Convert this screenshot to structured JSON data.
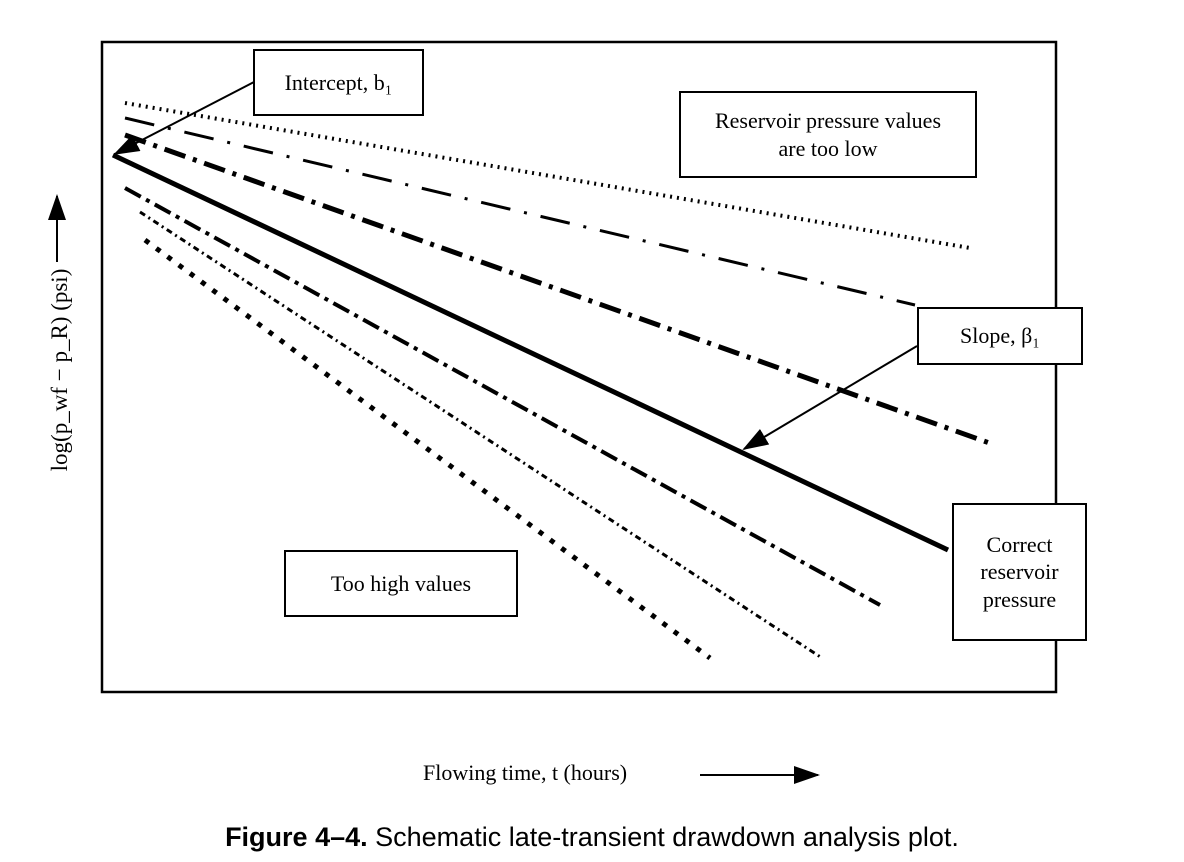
{
  "figure": {
    "annotations": {
      "intercept": "Intercept, b₁",
      "too_low": "Reservoir pressure values are too low",
      "slope": "Slope, β₁",
      "correct": "Correct reservoir pressure",
      "too_high": "Too high values"
    },
    "y_axis_label": "log(p_wf − p_R) (psi)",
    "x_axis_label": "Flowing time, t (hours)",
    "lines": [
      {
        "style": "hatched"
      },
      {
        "style": "long-dash-dot"
      },
      {
        "style": "heavy-dash-dot"
      },
      {
        "style": "solid"
      },
      {
        "style": "dashed"
      },
      {
        "style": "fine-dash-dot"
      },
      {
        "style": "square-dots"
      }
    ]
  },
  "caption": {
    "label": "Figure 4–4.",
    "text": "Schematic late-transient drawdown analysis plot."
  }
}
